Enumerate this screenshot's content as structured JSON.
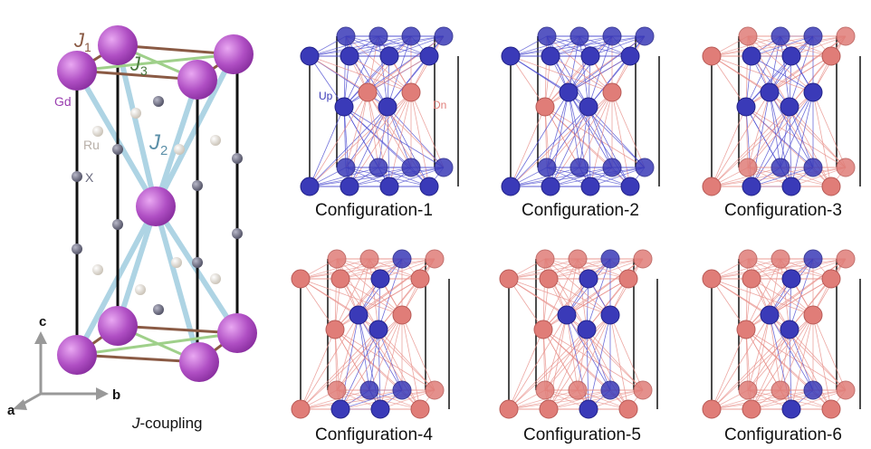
{
  "left_panel": {
    "labels": {
      "J1": {
        "letter": "J",
        "sub": "1",
        "color": "#8a5a44"
      },
      "J2": {
        "letter": "J",
        "sub": "2",
        "color": "#5b8fa8"
      },
      "J3": {
        "letter": "J",
        "sub": "3",
        "color": "#6a8f5a"
      },
      "gd": "Gd",
      "ru": "Ru",
      "x": "X"
    },
    "axes": {
      "a": "a",
      "b": "b",
      "c": "c"
    },
    "caption_italic": "J",
    "caption_rest": "-coupling",
    "colors": {
      "gd": "#b04fc4",
      "ru": "#d8d2c8",
      "x": "#6a6a7e",
      "j1": "#8a5a44",
      "j2": "#9cc8dc",
      "j3": "#9fd08a"
    }
  },
  "configurations": [
    {
      "label": "Configuration-1",
      "top": "up",
      "mid": "mixed",
      "bottom": "up"
    },
    {
      "label": "Configuration-2",
      "top": "up",
      "mid": "mixed2",
      "bottom": "up"
    },
    {
      "label": "Configuration-3",
      "top": "mixed",
      "mid": "up",
      "bottom": "mixed"
    },
    {
      "label": "Configuration-4",
      "top": "mixed",
      "mid": "mixed",
      "bottom": "mixed"
    },
    {
      "label": "Configuration-5",
      "top": "mixed",
      "mid": "mixed",
      "bottom": "mixed"
    },
    {
      "label": "Configuration-6",
      "top": "mixed",
      "mid": "mixed",
      "bottom": "mixed"
    }
  ],
  "spin_labels": {
    "up": "Up",
    "dn": "Dn"
  },
  "spin_colors": {
    "up": "#3a3ab8",
    "dn": "#e07d78",
    "up_line": "#4a4ad0",
    "dn_line": "#e8908a"
  }
}
